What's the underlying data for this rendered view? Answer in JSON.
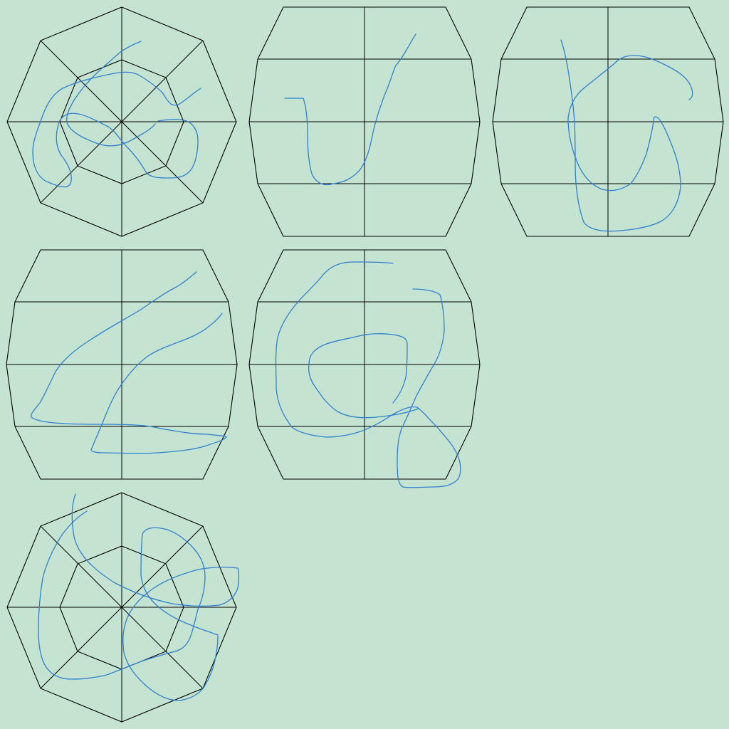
{
  "colors": {
    "background": "#c5e3d1",
    "grid": "#000000",
    "stroke": "#2f80d0"
  },
  "panels": [
    {
      "id": "panel-1",
      "frame": "octagon"
    },
    {
      "id": "panel-2",
      "frame": "barrel"
    },
    {
      "id": "panel-3",
      "frame": "barrel"
    },
    {
      "id": "panel-4",
      "frame": "barrel"
    },
    {
      "id": "panel-5",
      "frame": "barrel"
    },
    {
      "id": "panel-6",
      "frame": "octagon"
    }
  ]
}
